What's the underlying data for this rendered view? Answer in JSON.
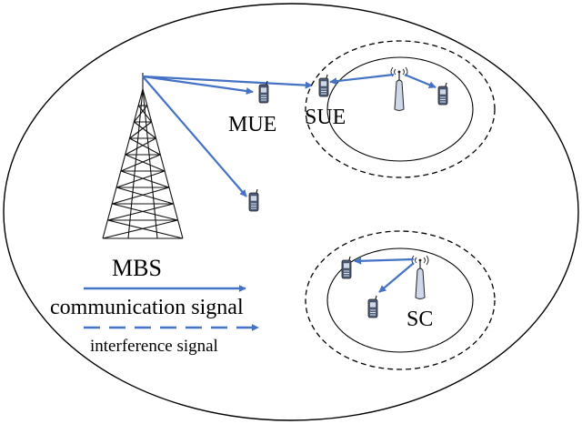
{
  "labels": {
    "mbs": "MBS",
    "mue": "MUE",
    "sue": "SUE",
    "sc": "SC"
  },
  "legend": {
    "communication": "communication signal",
    "interference": "interference signal"
  },
  "colors": {
    "signal": "#4472C4",
    "outline": "#000000",
    "background": "#ffffff"
  }
}
